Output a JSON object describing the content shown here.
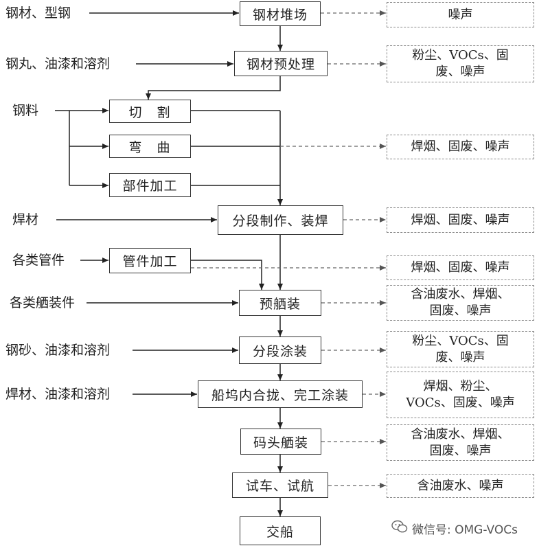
{
  "inputs": {
    "steel_materials": "钢材、型钢",
    "pretreat_materials": "钢丸、油漆和溶剂",
    "steel_stock": "钢料",
    "welding_material": "焊材",
    "pipe_parts": "各类管件",
    "outfitting_parts": "各类舾装件",
    "blast_paint_materials": "钢砂、油漆和溶剂",
    "dock_materials": "焊材、油漆和溶剂"
  },
  "processes": {
    "steel_yard": "钢材堆场",
    "steel_pretreatment": "钢材预处理",
    "cutting": "切割",
    "bending": "弯曲",
    "parts_machining": "部件加工",
    "block_fabrication": "分段制作、装焊",
    "pipe_machining": "管件加工",
    "pre_outfitting": "预舾装",
    "block_painting": "分段涂装",
    "dock_assembly": "船坞内合拢、完工涂装",
    "quay_outfitting": "码头舾装",
    "trials": "试车、试航",
    "delivery": "交船"
  },
  "outputs": {
    "yard_emissions": "噪声",
    "pretreat_emissions": "粉尘、VOCs、固\n废、噪声",
    "machining_emissions": "焊烟、固废、噪声",
    "block_emissions": "焊烟、固废、噪声",
    "pipe_emissions": "焊烟、固废、噪声",
    "outfitting_emissions": "含油废水、焊烟、\n固废、噪声",
    "painting_emissions": "粉尘、VOCs、固\n废、噪声",
    "dock_emissions": "焊烟、粉尘、\nVOCs、固废、噪声",
    "quay_emissions": "含油废水、焊烟、\n固废、噪声",
    "trial_emissions": "含油废水、噪声"
  },
  "watermark": {
    "icon": "wechat-icon",
    "text": "微信号: OMG-VOCs"
  }
}
